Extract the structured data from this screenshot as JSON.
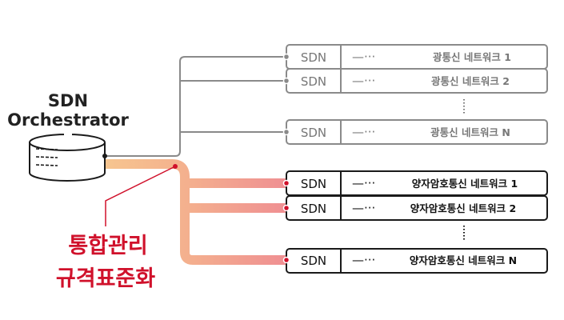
{
  "orchestrator": {
    "line1": "SDN",
    "line2": "Orchestrator"
  },
  "annotation": {
    "line1": "통합관리",
    "line2": "규격표준화"
  },
  "optical_networks": [
    {
      "sdn": "SDN",
      "dash": "—···",
      "name": "광통신 네트워크 1"
    },
    {
      "sdn": "SDN",
      "dash": "—···",
      "name": "광통신 네트워크 2"
    },
    {
      "sdn": "SDN",
      "dash": "—···",
      "name": "광통신 네트워크 N"
    }
  ],
  "quantum_networks": [
    {
      "sdn": "SDN",
      "dash": "—···",
      "name": "양자암호통신 네트워크 1"
    },
    {
      "sdn": "SDN",
      "dash": "—···",
      "name": "양자암호통신 네트워크 2"
    },
    {
      "sdn": "SDN",
      "dash": "—···",
      "name": "양자암호통신 네트워크 N"
    }
  ],
  "colors": {
    "accent_red": "#d0112b",
    "gray": "#8a8a8a",
    "black": "#1a1a1a",
    "grad_start": "#f6c58f",
    "grad_end": "#ef8f92"
  }
}
